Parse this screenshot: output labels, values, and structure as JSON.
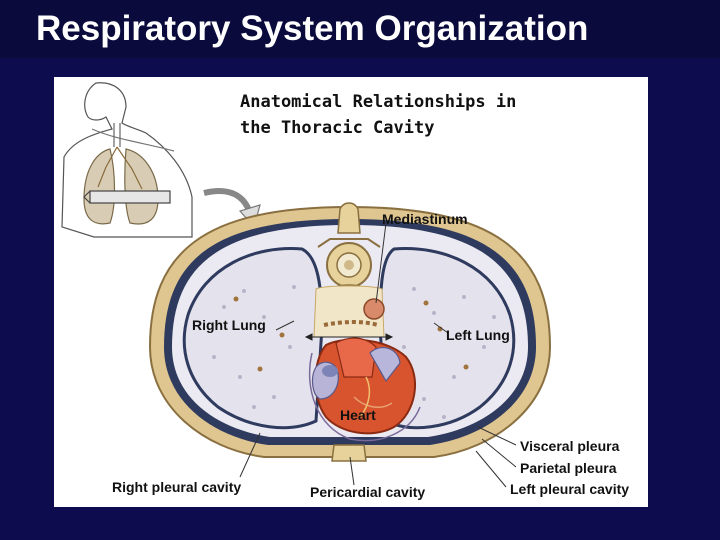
{
  "slide": {
    "title": "Respiratory System Organization"
  },
  "figure": {
    "caption_line1": "Anatomical Relationships in",
    "caption_line2": "the Thoracic Cavity",
    "labels": {
      "mediastinum": "Mediastinum",
      "right_lung": "Right Lung",
      "left_lung": "Left Lung",
      "heart": "Heart",
      "visceral_pleura": "Visceral pleura",
      "parietal_pleura": "Parietal pleura",
      "left_pleural_cavity": "Left pleural cavity",
      "right_pleural_cavity": "Right pleural cavity",
      "pericardial_cavity": "Pericardial cavity"
    },
    "colors": {
      "slide_background": "#0c0c4e",
      "body_wall": "#d9c08a",
      "lung_tissue": "#e8e6ef",
      "pleura_line": "#2e3a5e",
      "heart": "#d24a34",
      "vertebra": "#e6d29a"
    }
  }
}
